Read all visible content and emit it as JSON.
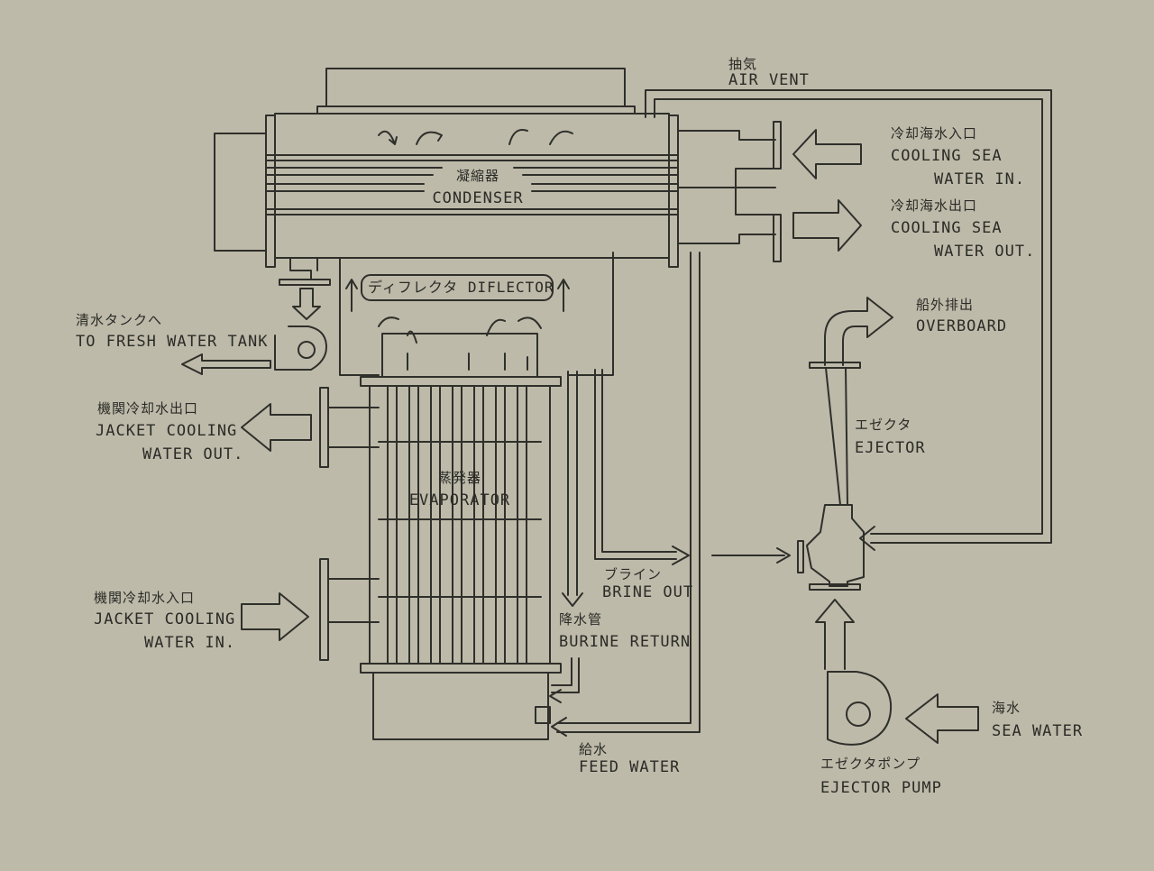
{
  "labels": {
    "air_vent_jp": "抽気",
    "air_vent_en": "AIR VENT",
    "cooling_in_jp": "冷却海水入口",
    "cooling_in_en1": "COOLING SEA",
    "cooling_in_en2": "WATER IN.",
    "cooling_out_jp": "冷却海水出口",
    "cooling_out_en1": "COOLING SEA",
    "cooling_out_en2": "WATER OUT.",
    "condenser_jp": "凝縮器",
    "condenser_en": "CONDENSER",
    "diflector": "ディフレクタ DIFLECTOR",
    "fresh_jp": "清水タンクへ",
    "fresh_en": "TO FRESH WATER TANK",
    "jacket_out_jp": "機関冷却水出口",
    "jacket_out_en1": "JACKET COOLING",
    "jacket_out_en2": "WATER OUT.",
    "jacket_in_jp": "機関冷却水入口",
    "jacket_in_en1": "JACKET COOLING",
    "jacket_in_en2": "WATER IN.",
    "evaporator_jp": "蒸発器",
    "evaporator_en": "EVAPORATOR",
    "brine_jp": "ブライン",
    "brine_en": "BRINE OUT",
    "return_jp": "降水管",
    "return_en": "BURINE RETURN",
    "feed_jp": "給水",
    "feed_en": "FEED WATER",
    "overboard_jp": "船外排出",
    "overboard_en": "OVERBOARD",
    "ejector_jp": "エゼクタ",
    "ejector_en": "EJECTOR",
    "sea_jp": "海水",
    "sea_en": "SEA WATER",
    "pump_jp": "エゼクタポンプ",
    "pump_en": "EJECTOR PUMP"
  }
}
